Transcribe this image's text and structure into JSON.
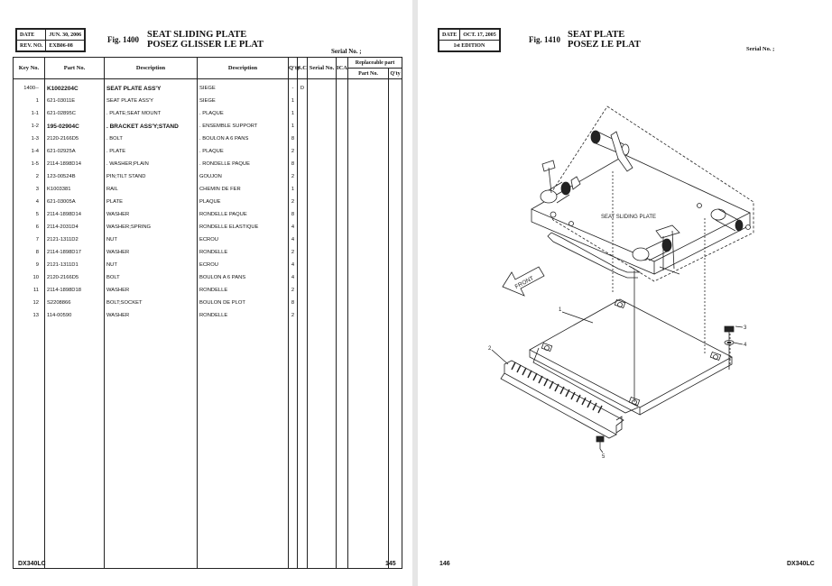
{
  "left_page": {
    "header": {
      "date_label": "DATE",
      "date_value": "JUN. 30, 2006",
      "rev_label": "REV. NO.",
      "rev_value": "EXB06-08"
    },
    "fig_label": "Fig. 1400",
    "title_en": "SEAT SLIDING PLATE",
    "title_fr": "POSEZ GLISSER LE PLAT",
    "serial_label": "Serial No. ;",
    "columns": {
      "key": "Key No.",
      "part": "Part No.",
      "desc_en": "Description",
      "desc_fr": "Description",
      "qty": "Q'ty",
      "sc": "S.C",
      "serial": "Serial No.",
      "ica": "ICA",
      "replaceable": "Replaceable part",
      "rep_part": "Part No.",
      "rep_qty": "Q'ty"
    },
    "rows": [
      {
        "key": "1400--",
        "part": "K1002204C",
        "en": "SEAT PLATE ASS'Y",
        "fr": "SIEGE",
        "qty": "-",
        "sc": "D",
        "bold": true
      },
      {
        "key": "1",
        "part": "621-03011E",
        "en": "SEAT PLATE ASS'Y",
        "fr": "SIEGE",
        "qty": "1",
        "sc": "",
        "bold": false
      },
      {
        "key": "1-1",
        "part": "621-02895C",
        "en": ". PLATE;SEAT MOUNT",
        "fr": ". PLAQUE",
        "qty": "1",
        "sc": "",
        "bold": false
      },
      {
        "key": "1-2",
        "part": "195-02904C",
        "en": ". BRACKET ASS'Y;STAND",
        "fr": ". ENSEMBLE SUPPORT",
        "qty": "1",
        "sc": "",
        "bold": true
      },
      {
        "key": "1-3",
        "part": "2120-2166D5",
        "en": ". BOLT",
        "fr": ". BOULON A 6 PANS",
        "qty": "8",
        "sc": "",
        "bold": false
      },
      {
        "key": "1-4",
        "part": "621-02925A",
        "en": ". PLATE",
        "fr": ". PLAQUE",
        "qty": "2",
        "sc": "",
        "bold": false
      },
      {
        "key": "1-5",
        "part": "2114-1898D14",
        "en": ". WASHER;PLAIN",
        "fr": ". RONDELLE PAQUE",
        "qty": "8",
        "sc": "",
        "bold": false
      },
      {
        "key": "2",
        "part": "123-00524B",
        "en": "PIN;TILT STAND",
        "fr": "GOUJON",
        "qty": "2",
        "sc": "",
        "bold": false
      },
      {
        "key": "3",
        "part": "K1003381",
        "en": "RAIL",
        "fr": "CHEMIN DE FER",
        "qty": "1",
        "sc": "",
        "bold": false
      },
      {
        "key": "4",
        "part": "621-03005A",
        "en": "PLATE",
        "fr": "PLAQUE",
        "qty": "2",
        "sc": "",
        "bold": false
      },
      {
        "key": "5",
        "part": "2114-1898D14",
        "en": "WASHER",
        "fr": "RONDELLE PAQUE",
        "qty": "8",
        "sc": "",
        "bold": false
      },
      {
        "key": "6",
        "part": "2114-2031D4",
        "en": "WASHER;SPRING",
        "fr": "RONDELLE ELASTIQUE",
        "qty": "4",
        "sc": "",
        "bold": false
      },
      {
        "key": "7",
        "part": "2121-1311D2",
        "en": "NUT",
        "fr": "ECROU",
        "qty": "4",
        "sc": "",
        "bold": false
      },
      {
        "key": "8",
        "part": "2114-1898D17",
        "en": "WASHER",
        "fr": "RONDELLE",
        "qty": "2",
        "sc": "",
        "bold": false
      },
      {
        "key": "9",
        "part": "2121-1311D1",
        "en": "NUT",
        "fr": "ECROU",
        "qty": "4",
        "sc": "",
        "bold": false
      },
      {
        "key": "10",
        "part": "2120-2166D5",
        "en": "BOLT",
        "fr": "BOULON A 6 PANS",
        "qty": "4",
        "sc": "",
        "bold": false
      },
      {
        "key": "11",
        "part": "2114-1898D18",
        "en": "WASHER",
        "fr": "RONDELLE",
        "qty": "2",
        "sc": "",
        "bold": false
      },
      {
        "key": "12",
        "part": "S2208866",
        "en": "BOLT;SOCKET",
        "fr": "BOULON DE PLOT",
        "qty": "8",
        "sc": "",
        "bold": false
      },
      {
        "key": "13",
        "part": "114-00590",
        "en": "WASHER",
        "fr": "RONDELLE",
        "qty": "2",
        "sc": "",
        "bold": false
      }
    ],
    "footer_model": "DX340LC",
    "footer_page": "145"
  },
  "right_page": {
    "header": {
      "date_label": "DATE",
      "date_value": "OCT. 17, 2005",
      "edition": "1st EDITION"
    },
    "fig_label": "Fig. 1410",
    "title_en": "SEAT PLATE",
    "title_fr": "POSEZ LE PLAT",
    "serial_label": "Serial No. ;",
    "diagram": {
      "assembly_label": "SEAT SLIDING PLATE",
      "front_label": "FRONT",
      "callouts": [
        "1",
        "2",
        "3",
        "4",
        "5"
      ]
    },
    "footer_page": "146",
    "footer_model": "DX340LC"
  }
}
